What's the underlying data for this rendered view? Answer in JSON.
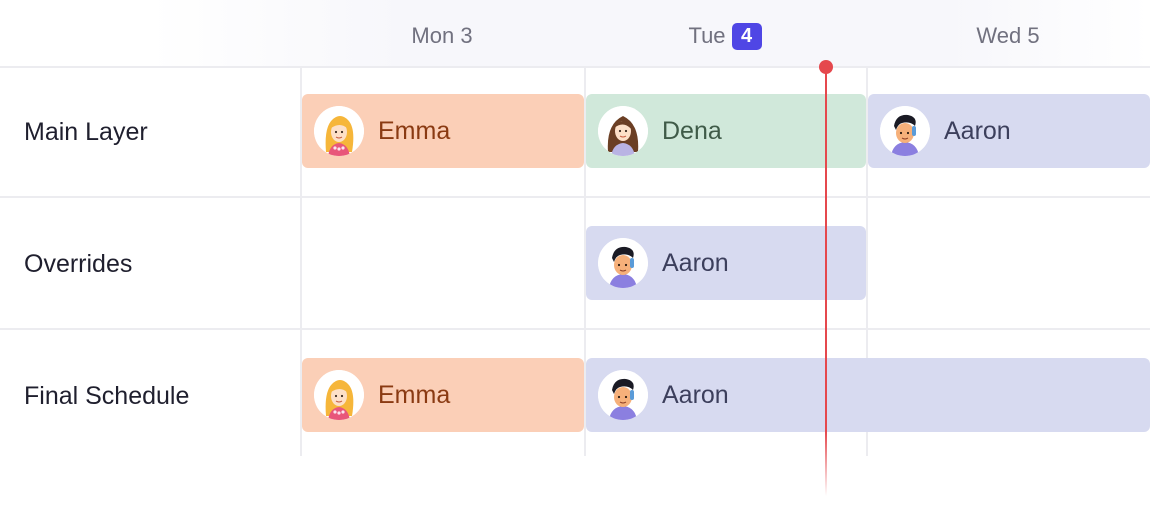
{
  "days": [
    {
      "label": "Mon 3",
      "badge": ""
    },
    {
      "label": "Tue",
      "badge": "4"
    },
    {
      "label": "Wed 5",
      "badge": ""
    }
  ],
  "rows": [
    {
      "label": "Main Layer"
    },
    {
      "label": "Overrides"
    },
    {
      "label": "Final Schedule"
    }
  ],
  "shifts": {
    "main_layer": [
      "Emma",
      "Dena",
      "Aaron"
    ],
    "overrides": [
      "Aaron"
    ],
    "final_schedule": [
      "Emma",
      "Aaron"
    ]
  },
  "colors": {
    "emma_bg": "#fbcfb7",
    "dena_bg": "#d0e8da",
    "aaron_bg": "#d7daf0",
    "today_badge": "#4f46e5",
    "now_indicator": "#e5484d"
  },
  "icons": {
    "emma": "emma-avatar-icon",
    "dena": "dena-avatar-icon",
    "aaron": "aaron-avatar-icon"
  }
}
